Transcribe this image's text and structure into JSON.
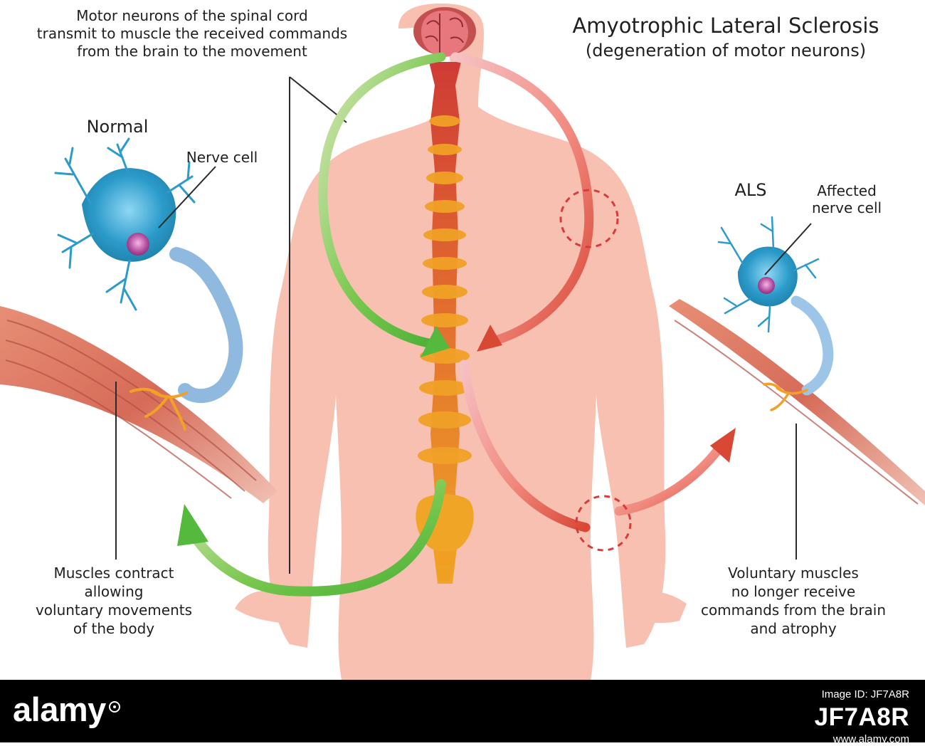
{
  "diagram": {
    "title": "Amyotrophic Lateral Sclerosis",
    "subtitle": "(degeneration of motor neurons)",
    "top_caption": [
      "Motor neurons of the spinal cord",
      "transmit to muscle the received commands",
      "from the brain to the movement"
    ],
    "normal_label": "Normal",
    "nerve_cell_label": "Nerve cell",
    "als_label": "ALS",
    "affected_label": [
      "Affected",
      "nerve cell"
    ],
    "left_bottom_caption": [
      "Muscles contract",
      "allowing",
      "voluntary movements",
      "of the body"
    ],
    "right_bottom_caption": [
      "Voluntary muscles",
      "no longer receive",
      "commands from the brain",
      "and atrophy"
    ]
  },
  "colors": {
    "body_skin": "#f5b8a8",
    "spine_top": "#d8413a",
    "spine_bottom": "#f0a126",
    "neuron": "#2fa3d0",
    "muscle": "#d56e5a",
    "green_arrow": "#56b53d",
    "red_arrow": "#d94735",
    "footer": "#000000"
  },
  "footer": {
    "brand": "alamy",
    "label": "Image ID: JF7A8R",
    "code": "JF7A8R",
    "site": "www.alamy.com"
  }
}
